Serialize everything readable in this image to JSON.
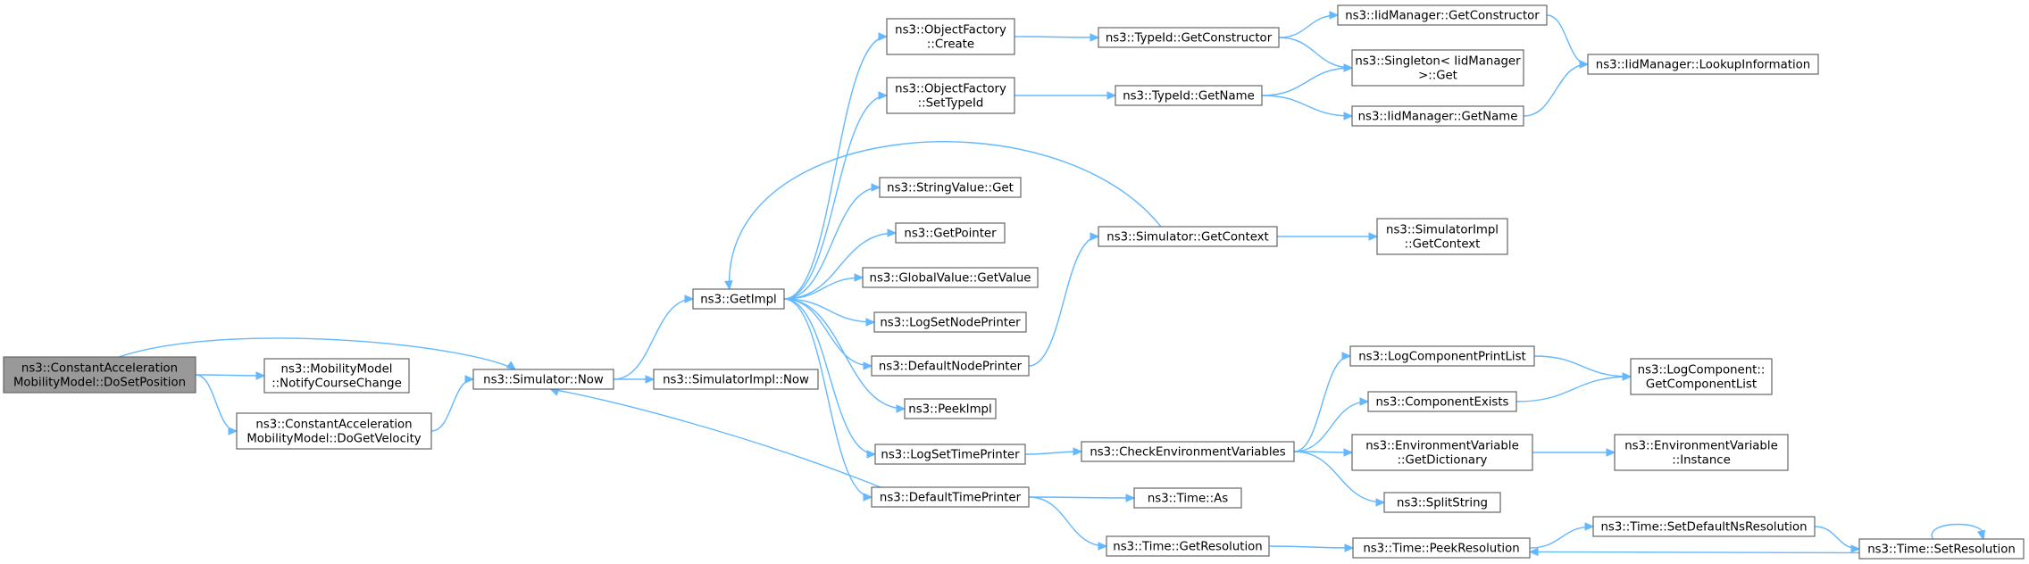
{
  "nodes": [
    {
      "id": "root",
      "lines": [
        "ns3::ConstantAcceleration",
        "MobilityModel::DoSetPosition"
      ],
      "root": true
    },
    {
      "id": "notify",
      "lines": [
        "ns3::MobilityModel",
        "::NotifyCourseChange"
      ]
    },
    {
      "id": "getvel",
      "lines": [
        "ns3::ConstantAcceleration",
        "MobilityModel::DoGetVelocity"
      ]
    },
    {
      "id": "simnow",
      "lines": [
        "ns3::Simulator::Now"
      ]
    },
    {
      "id": "implnow",
      "lines": [
        "ns3::SimulatorImpl::Now"
      ]
    },
    {
      "id": "getimpl",
      "lines": [
        "ns3::GetImpl"
      ]
    },
    {
      "id": "ofcreate",
      "lines": [
        "ns3::ObjectFactory",
        "::Create"
      ]
    },
    {
      "id": "ofsettype",
      "lines": [
        "ns3::ObjectFactory",
        "::SetTypeId"
      ]
    },
    {
      "id": "strget",
      "lines": [
        "ns3::StringValue::Get"
      ]
    },
    {
      "id": "getptr",
      "lines": [
        "ns3::GetPointer"
      ]
    },
    {
      "id": "gvget",
      "lines": [
        "ns3::GlobalValue::GetValue"
      ]
    },
    {
      "id": "logsetnode",
      "lines": [
        "ns3::LogSetNodePrinter"
      ]
    },
    {
      "id": "defnode",
      "lines": [
        "ns3::DefaultNodePrinter"
      ]
    },
    {
      "id": "peekimpl",
      "lines": [
        "ns3::PeekImpl"
      ]
    },
    {
      "id": "logsettime",
      "lines": [
        "ns3::LogSetTimePrinter"
      ]
    },
    {
      "id": "deftime",
      "lines": [
        "ns3::DefaultTimePrinter"
      ]
    },
    {
      "id": "tidgetctor",
      "lines": [
        "ns3::TypeId::GetConstructor"
      ]
    },
    {
      "id": "tidgetname",
      "lines": [
        "ns3::TypeId::GetName"
      ]
    },
    {
      "id": "simgetctx",
      "lines": [
        "ns3::Simulator::GetContext"
      ]
    },
    {
      "id": "checkenv",
      "lines": [
        "ns3::CheckEnvironmentVariables"
      ]
    },
    {
      "id": "timeas",
      "lines": [
        "ns3::Time::As"
      ]
    },
    {
      "id": "timegetres",
      "lines": [
        "ns3::Time::GetResolution"
      ]
    },
    {
      "id": "iidgetctor",
      "lines": [
        "ns3::IidManager::GetConstructor"
      ]
    },
    {
      "id": "singleton",
      "lines": [
        "ns3::Singleton< IidManager",
        ">::Get"
      ]
    },
    {
      "id": "iidgetname",
      "lines": [
        "ns3::IidManager::GetName"
      ]
    },
    {
      "id": "implgetctx",
      "lines": [
        "ns3::SimulatorImpl",
        "::GetContext"
      ]
    },
    {
      "id": "logcompprint",
      "lines": [
        "ns3::LogComponentPrintList"
      ]
    },
    {
      "id": "compexists",
      "lines": [
        "ns3::ComponentExists"
      ]
    },
    {
      "id": "envgetdict",
      "lines": [
        "ns3::EnvironmentVariable",
        "::GetDictionary"
      ]
    },
    {
      "id": "splitstr",
      "lines": [
        "ns3::SplitString"
      ]
    },
    {
      "id": "timepeekres",
      "lines": [
        "ns3::Time::PeekResolution"
      ]
    },
    {
      "id": "iidlookup",
      "lines": [
        "ns3::IidManager::LookupInformation"
      ]
    },
    {
      "id": "logcompget",
      "lines": [
        "ns3::LogComponent::",
        "GetComponentList"
      ]
    },
    {
      "id": "envinst",
      "lines": [
        "ns3::EnvironmentVariable",
        "::Instance"
      ]
    },
    {
      "id": "timesetdef",
      "lines": [
        "ns3::Time::SetDefaultNsResolution"
      ]
    },
    {
      "id": "timesetres",
      "lines": [
        "ns3::Time::SetResolution"
      ]
    }
  ],
  "edges": [
    [
      "root",
      "notify"
    ],
    [
      "root",
      "getvel"
    ],
    [
      "root",
      "simnow"
    ],
    [
      "getvel",
      "simnow"
    ],
    [
      "simnow",
      "implnow"
    ],
    [
      "simnow",
      "getimpl"
    ],
    [
      "deftime",
      "simnow"
    ],
    [
      "getimpl",
      "ofcreate"
    ],
    [
      "getimpl",
      "ofsettype"
    ],
    [
      "getimpl",
      "strget"
    ],
    [
      "getimpl",
      "getptr"
    ],
    [
      "getimpl",
      "gvget"
    ],
    [
      "getimpl",
      "logsetnode"
    ],
    [
      "getimpl",
      "defnode"
    ],
    [
      "getimpl",
      "peekimpl"
    ],
    [
      "getimpl",
      "logsettime"
    ],
    [
      "getimpl",
      "deftime"
    ],
    [
      "simgetctx",
      "getimpl"
    ],
    [
      "ofcreate",
      "tidgetctor"
    ],
    [
      "ofsettype",
      "tidgetname"
    ],
    [
      "tidgetctor",
      "iidgetctor"
    ],
    [
      "tidgetctor",
      "singleton"
    ],
    [
      "tidgetname",
      "singleton"
    ],
    [
      "tidgetname",
      "iidgetname"
    ],
    [
      "iidgetctor",
      "iidlookup"
    ],
    [
      "iidgetname",
      "iidlookup"
    ],
    [
      "defnode",
      "simgetctx"
    ],
    [
      "simgetctx",
      "implgetctx"
    ],
    [
      "logsettime",
      "checkenv"
    ],
    [
      "checkenv",
      "logcompprint"
    ],
    [
      "checkenv",
      "compexists"
    ],
    [
      "checkenv",
      "envgetdict"
    ],
    [
      "checkenv",
      "splitstr"
    ],
    [
      "logcompprint",
      "logcompget"
    ],
    [
      "compexists",
      "logcompget"
    ],
    [
      "envgetdict",
      "envinst"
    ],
    [
      "deftime",
      "timeas"
    ],
    [
      "deftime",
      "timegetres"
    ],
    [
      "timegetres",
      "timepeekres"
    ],
    [
      "timepeekres",
      "timesetdef"
    ],
    [
      "timesetdef",
      "timesetres"
    ],
    [
      "timesetres",
      "timepeekres"
    ],
    [
      "timesetres",
      "timesetres"
    ]
  ]
}
